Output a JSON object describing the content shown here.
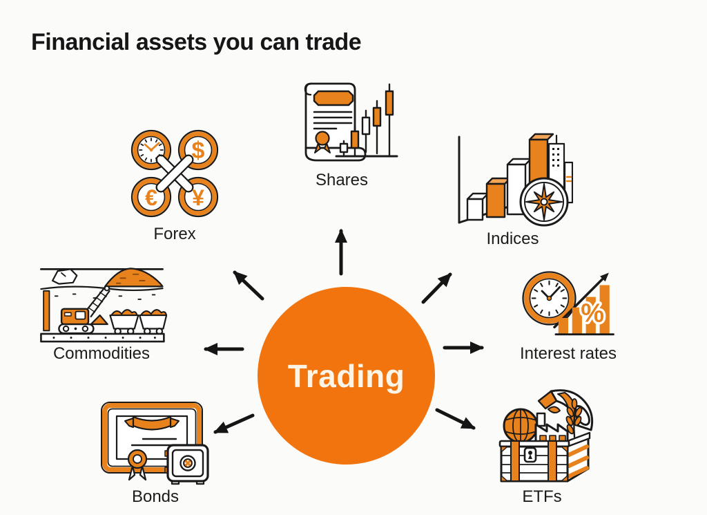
{
  "page": {
    "title": "Financial assets you can trade"
  },
  "center": {
    "label": "Trading"
  },
  "nodes": [
    {
      "id": "forex",
      "label": "Forex"
    },
    {
      "id": "shares",
      "label": "Shares"
    },
    {
      "id": "indices",
      "label": "Indices"
    },
    {
      "id": "commodities",
      "label": "Commodities"
    },
    {
      "id": "interest-rates",
      "label": "Interest rates"
    },
    {
      "id": "bonds",
      "label": "Bonds"
    },
    {
      "id": "etfs",
      "label": "ETFs"
    }
  ],
  "colors": {
    "accent_orange": "#E8821C",
    "center_circle": "#F1740E",
    "outline": "#1A1A1A",
    "background": "#FBFBF9"
  }
}
